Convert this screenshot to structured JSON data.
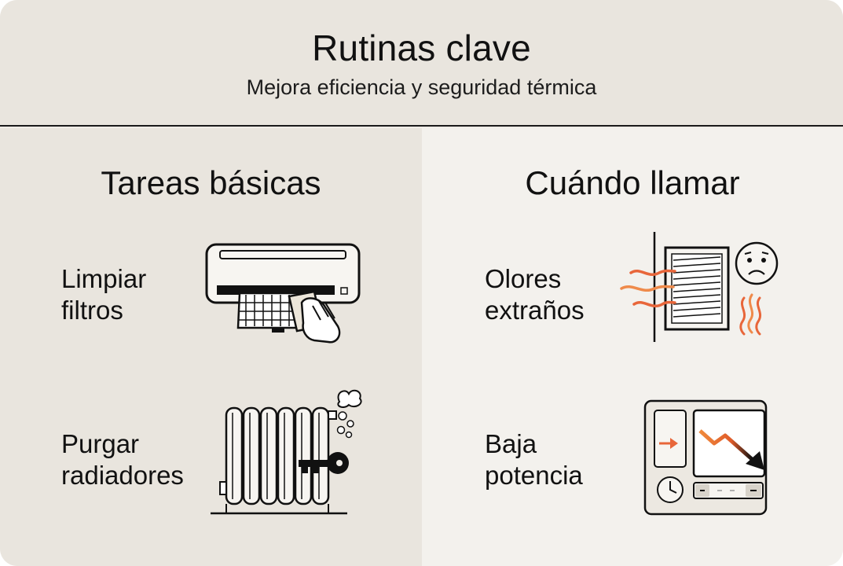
{
  "header": {
    "title": "Rutinas clave",
    "subtitle": "Mejora eficiencia y seguridad térmica"
  },
  "left": {
    "title": "Tareas básicas",
    "items": [
      {
        "label_line1": "Limpiar",
        "label_line2": "filtros",
        "icon": "ac-filter-cleaning-icon"
      },
      {
        "label_line1": "Purgar",
        "label_line2": "radiadores",
        "icon": "radiator-bleed-key-icon"
      }
    ]
  },
  "right": {
    "title": "Cuándo llamar",
    "items": [
      {
        "label_line1": "Olores",
        "label_line2": "extraños",
        "icon": "vent-odor-worried-face-icon"
      },
      {
        "label_line1": "Baja",
        "label_line2": "potencia",
        "icon": "thermostat-declining-power-icon"
      }
    ]
  },
  "colors": {
    "header_bg": "#e9e5de",
    "left_bg": "#e9e5de",
    "right_bg": "#f3f1ed",
    "accent_orange": "#e8663a",
    "ink": "#111111"
  }
}
